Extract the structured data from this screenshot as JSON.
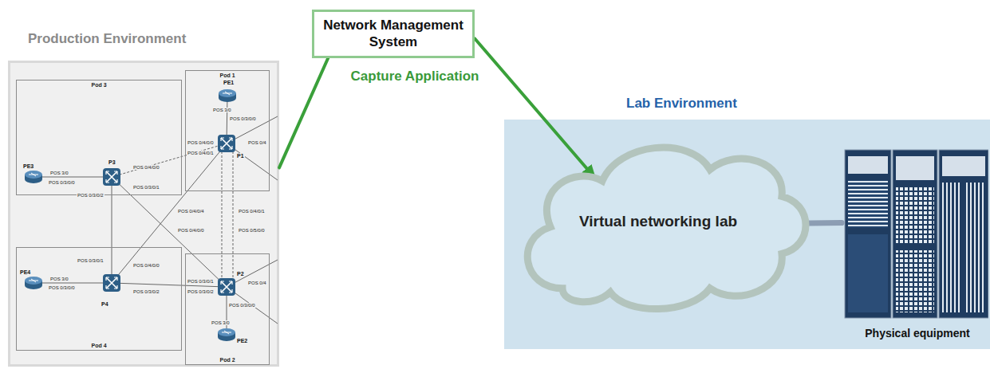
{
  "diagram": {
    "nodes": [
      {
        "text": [
          "Production Environment"
        ]
      },
      {
        "text": [
          "Pod 3"
        ],
        "in": 0
      },
      {
        "text": [
          "Pod 1"
        ],
        "in": 0
      },
      {
        "text": [
          "Pod 4"
        ],
        "in": 0
      },
      {
        "text": [
          "Pod 2"
        ],
        "in": 0
      },
      {
        "text": [
          "Network Management System"
        ]
      },
      {
        "text": [
          "Lab Environment"
        ]
      },
      {
        "text": [
          "Virtual networking lab"
        ],
        "in": 6
      },
      {
        "text": [
          "Physical equipment"
        ],
        "in": 6
      }
    ],
    "edges": [
      {
        "from": 0,
        "to": 5,
        "arrow": "none"
      },
      {
        "from": 5,
        "to": 7,
        "arrow": "to"
      },
      {
        "from": 7,
        "to": 8,
        "arrow": "none"
      }
    ],
    "labels": [
      "Capture Application",
      "PE3",
      "POS 3/0",
      "POS 0/3/0/0",
      "P3",
      "POS 0/4/0/0",
      "POS 0/3/0/1",
      "POS 0/3/0/2",
      "PE1",
      "POS 3/0",
      "POS 0/3/0/0",
      "P1",
      "POS 0/4/0/0",
      "POS 0/4/0/1",
      "POS 0/4",
      "POS 0/4/0/4",
      "POS 0/4/0/0",
      "POS 0/4/0/1",
      "POS 0/5/0/0",
      "PE4",
      "POS 3/0",
      "POS 0/3/0/0",
      "POS 0/3/0/1",
      "P4",
      "POS 0/4/0/0",
      "POS 0/3/0/2",
      "P2",
      "POS 0/3/0/1",
      "POS 0/3/0/2",
      "POS 0/4",
      "POS 0/3/0/0",
      "POS 3/0",
      "PE2"
    ]
  }
}
